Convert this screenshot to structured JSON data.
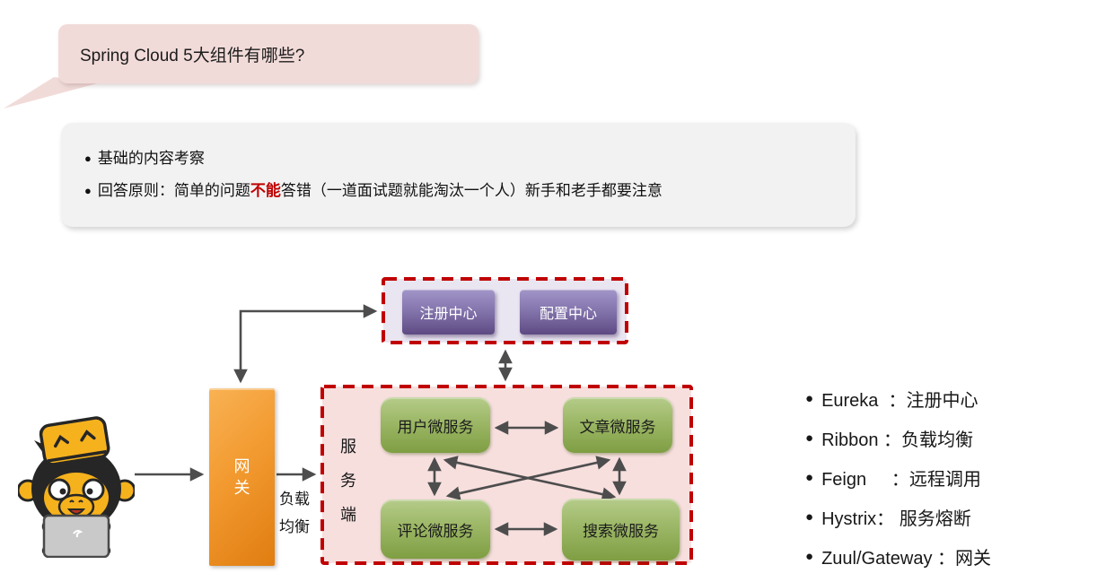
{
  "question": {
    "text": "Spring Cloud 5大组件有哪些?"
  },
  "notes": {
    "bullet": "●",
    "line1": "基础的内容考察",
    "line2_prefix": "回答原则：简单的问题",
    "line2_highlight": "不能",
    "line2_suffix": "答错（一道面试题就能淘汰一个人）新手和老手都要注意"
  },
  "diagram": {
    "registry_center": "注册中心",
    "config_center": "配置中心",
    "gateway": "网关",
    "services_label": "服务端",
    "load_balance_line1": "负载",
    "load_balance_line2": "均衡",
    "microservices": {
      "user": "用户微服务",
      "article": "文章微服务",
      "comment": "评论微服务",
      "search": "搜索微服务"
    }
  },
  "legend": {
    "bullet": "●",
    "items": [
      {
        "text": "Eureka  ：注册中心"
      },
      {
        "text": "Ribbon ：负载均衡"
      },
      {
        "text": "Feign     ：远程调用"
      },
      {
        "text": "Hystrix： 服务熔断"
      },
      {
        "text": "Zuul/Gateway ：网关"
      }
    ]
  },
  "colors": {
    "accent_red": "#c00000",
    "dashed_border_red": "#c00000",
    "bubble_pink": "#f1dbd9",
    "notes_gray": "#f2f2f2",
    "registry_zone_bg": "#eae6f1",
    "services_zone_bg": "#f7dfde",
    "purple_box": "#7b68a8",
    "green_box": "#96b35f",
    "orange_gateway": "#f0962a",
    "arrow_gray": "#4d4d4d"
  }
}
